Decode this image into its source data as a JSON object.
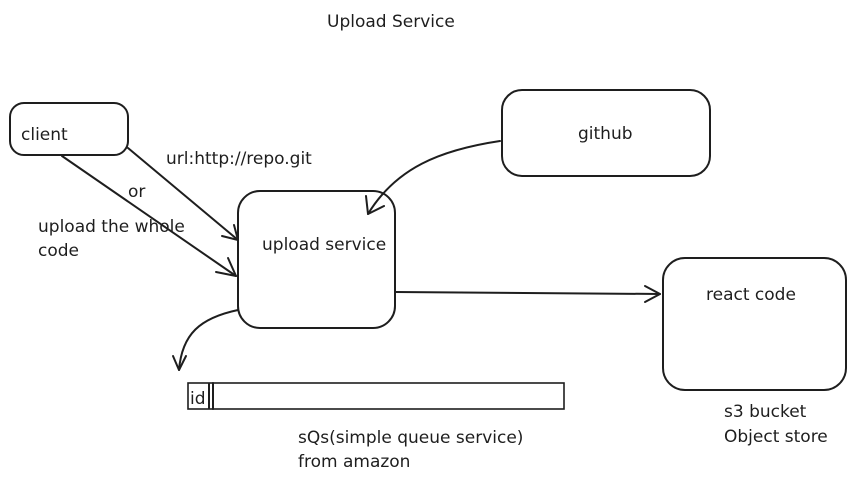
{
  "title": "Upload Service",
  "nodes": {
    "client": "client",
    "github": "github",
    "upload_service": "upload service",
    "react_code": "react code"
  },
  "edge_labels": {
    "url": "url:http://repo.git",
    "or": "or",
    "upload_whole_line1": "upload the whole",
    "upload_whole_line2": "code"
  },
  "queue": {
    "cell_label": "id",
    "caption_line1": "sQs(simple queue service)",
    "caption_line2": "from amazon"
  },
  "bucket": {
    "caption_line1": "s3 bucket",
    "caption_line2": "Object store"
  }
}
